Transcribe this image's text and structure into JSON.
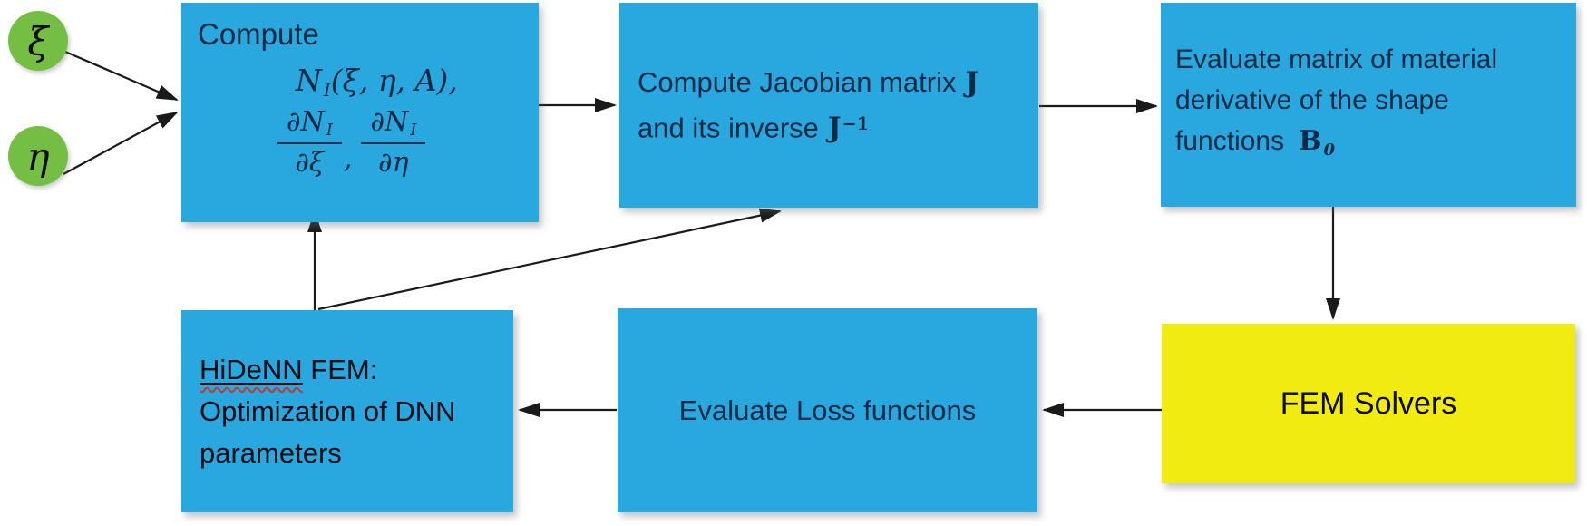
{
  "colors": {
    "box_blue": "#29a8df",
    "box_yellow": "#f2eb12",
    "circle_green": "#74be44",
    "arrow": "#1a1a1a",
    "top_text": "#0e2a45",
    "dark_text": "#0b0b12",
    "spell_red": "#c8372d"
  },
  "nodes": {
    "xi": {
      "label": "ξ"
    },
    "eta": {
      "label": "η"
    },
    "compute": {
      "title": "Compute",
      "formula_fn": "N",
      "formula_sub": "I",
      "formula_args": "(ξ, η, A),",
      "frac1_num": "∂N",
      "frac1_num_sub": "I",
      "frac1_den": "∂ξ",
      "frac_comma": ",",
      "frac2_num": "∂N",
      "frac2_num_sub": "I",
      "frac2_den": "∂η"
    },
    "jacobian": {
      "line1": "Compute Jacobian matrix",
      "line1_sym": "J",
      "line2": "and its inverse",
      "line2_sym": "J",
      "line2_sup": "−1"
    },
    "material": {
      "line1": "Evaluate matrix of material",
      "line2": "derivative of the shape",
      "line3": "functions",
      "line3_sym": "B",
      "line3_sub": "0"
    },
    "fem_solvers": {
      "label": "FEM Solvers"
    },
    "loss": {
      "label": "Evaluate Loss functions"
    },
    "hidenn": {
      "line1_word": "HiDeNN",
      "line1_rest": " FEM:",
      "line2": "Optimization of DNN",
      "line3": "parameters"
    }
  },
  "edges": [
    {
      "from": "xi",
      "to": "compute"
    },
    {
      "from": "eta",
      "to": "compute"
    },
    {
      "from": "compute",
      "to": "jacobian"
    },
    {
      "from": "jacobian",
      "to": "material"
    },
    {
      "from": "material",
      "to": "fem_solvers"
    },
    {
      "from": "fem_solvers",
      "to": "loss"
    },
    {
      "from": "loss",
      "to": "hidenn"
    },
    {
      "from": "hidenn",
      "to": "compute"
    },
    {
      "from": "hidenn",
      "to": "jacobian"
    }
  ]
}
